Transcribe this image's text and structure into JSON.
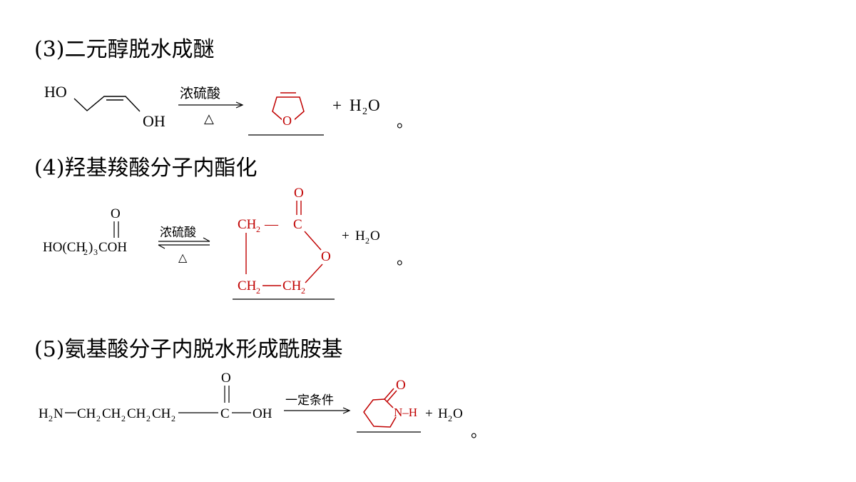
{
  "section3": {
    "heading": "(3)二元醇脱水成醚",
    "reactant_ho": "HO",
    "reactant_oh": "OH",
    "condition_top": "浓硫酸",
    "condition_bottom": "△",
    "product_o": "O",
    "byproduct_plus": "+",
    "byproduct_h": "H",
    "byproduct_sub": "2",
    "byproduct_o": "O",
    "end_mark": "。"
  },
  "section4": {
    "heading": "(4)羟基羧酸分子内酯化",
    "reactant_o": "O",
    "reactant_formula_a": "HO(CH",
    "reactant_sub1": "2",
    "reactant_formula_b": ")",
    "reactant_sub2": "3",
    "reactant_formula_c": "COH",
    "condition_top": "浓硫酸",
    "condition_bottom": "△",
    "product_carbonyl_o": "O",
    "product_ch2_top": "CH",
    "product_ch2_top_sub": "2",
    "product_dash": "—",
    "product_c": "C",
    "product_ring_o": "O",
    "product_ch2_bl": "CH",
    "product_ch2_bl_sub": "2",
    "product_ch2_br": "CH",
    "product_ch2_br_sub": "2",
    "byproduct_plus": "+",
    "byproduct_h": "H",
    "byproduct_sub": "2",
    "byproduct_o": "O",
    "end_mark": "。"
  },
  "section5": {
    "heading": "(5)氨基酸分子内脱水形成酰胺基",
    "reactant_o": "O",
    "reactant_h2n": "H",
    "reactant_h2n_sub": "2",
    "reactant_n": "N",
    "reactant_chain": "CH",
    "reactant_chain_sub": "2",
    "reactant_c": "C",
    "reactant_oh": "OH",
    "condition_top": "一定条件",
    "product_o": "O",
    "product_nh": "N–H",
    "byproduct_plus": "+",
    "byproduct_h": "H",
    "byproduct_sub": "2",
    "byproduct_o": "O",
    "end_mark": "。"
  },
  "colors": {
    "answer_red": "#c00000",
    "text_black": "#000000"
  }
}
